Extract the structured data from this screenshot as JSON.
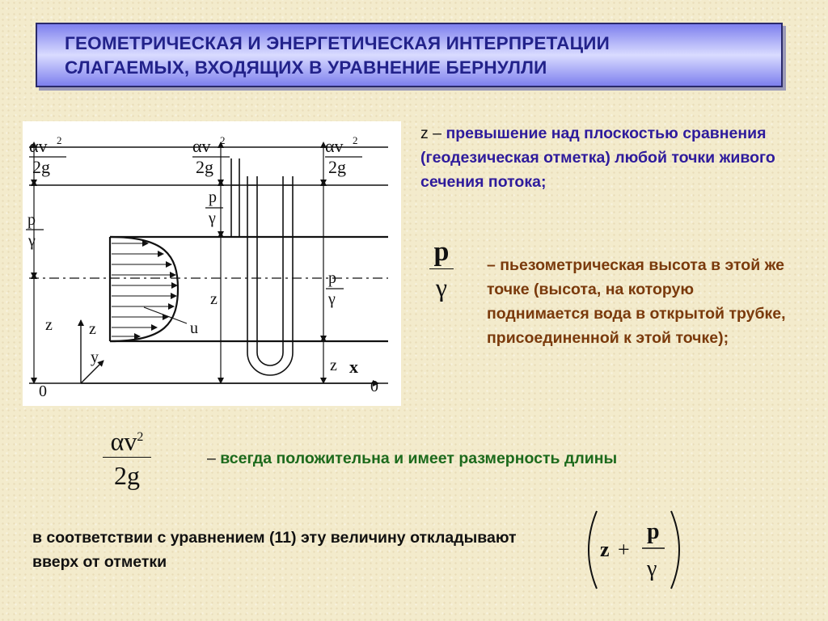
{
  "title": {
    "line1": "ГЕОМЕТРИЧЕСКАЯ И ЭНЕРГЕТИЧЕСКАЯ ИНТЕРПРЕТАЦИИ",
    "line2": "СЛАГАЕМЫХ, ВХОДЯЩИХ В УРАВНЕНИЕ БЕРНУЛЛИ"
  },
  "diagram": {
    "velocity_head_num": "αv",
    "velocity_head_exp": "2",
    "velocity_head_den": "2g",
    "pressure_num": "p",
    "pressure_den": "γ",
    "z_label": "z",
    "u_label": "u",
    "x_label": "x",
    "y_label": "y",
    "zero_label": "0"
  },
  "z_definition": {
    "symbol": "z",
    "dash": "–",
    "text": "превышение над плоскостью сравнения (геодезическая отметка) любой точки живого сечения потока;"
  },
  "pressure_definition": {
    "num": "p",
    "den": "γ",
    "text": "– пьезометрическая высота в этой же точке (высота, на которую поднимается вода в открытой трубке, присоединенной к этой точке);"
  },
  "velocity_definition": {
    "num": "αv",
    "exp": "2",
    "den": "2g",
    "dash": "–",
    "text": "всегда положительна и имеет размерность длины"
  },
  "bernoulli_note": {
    "text": "в соответствии с уравнением (11) эту величину откладывают вверх от отметки"
  },
  "formula": {
    "z": "z",
    "plus": "+",
    "num": "p",
    "den": "γ"
  },
  "colors": {
    "title_text": "#22228a",
    "z_text": "#2e1b9c",
    "pressure_text": "#7a3a0c",
    "velocity_text": "#1c6a1c"
  }
}
